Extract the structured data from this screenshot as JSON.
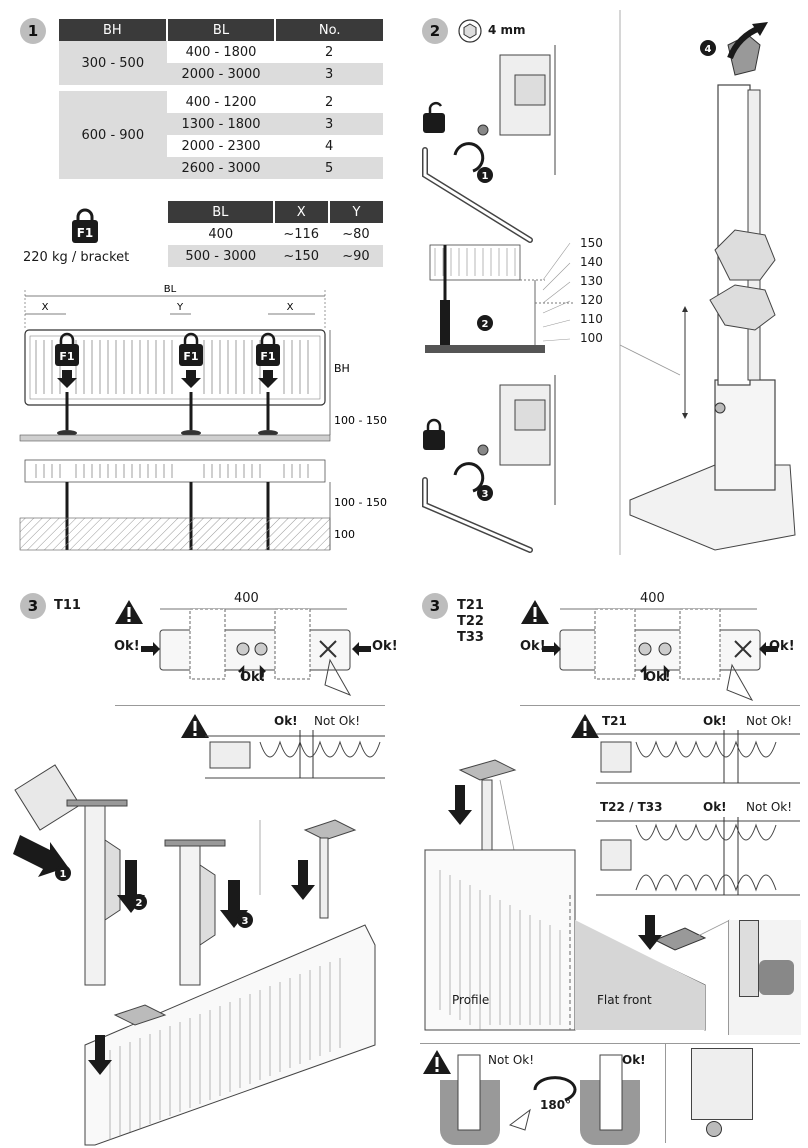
{
  "steps": {
    "s1": "1",
    "s2": "2",
    "s3a": "3",
    "s3b": "3"
  },
  "table1": {
    "headers": [
      "BH",
      "BL",
      "No."
    ],
    "groups": [
      {
        "bh": "300 - 500",
        "rows": [
          [
            "400 - 1800",
            "2"
          ],
          [
            "2000 - 3000",
            "3"
          ]
        ]
      },
      {
        "bh": "600 - 900",
        "rows": [
          [
            "400 - 1200",
            "2"
          ],
          [
            "1300 - 1800",
            "3"
          ],
          [
            "2000 - 2300",
            "4"
          ],
          [
            "2600 - 3000",
            "5"
          ]
        ]
      }
    ]
  },
  "table2": {
    "headers": [
      "BL",
      "X",
      "Y"
    ],
    "rows": [
      [
        "400",
        "~116",
        "~80"
      ],
      [
        "500 - 3000",
        "~150",
        "~90"
      ]
    ]
  },
  "load": {
    "badge": "F1",
    "text": "220 kg / bracket"
  },
  "diagram1": {
    "bl": "BL",
    "x": "X",
    "y": "Y",
    "bh": "BH",
    "f1": "F1",
    "h1": "100 - 150",
    "h2": "100 - 150",
    "h3": "100"
  },
  "step2": {
    "tool": "4 mm",
    "heights": [
      "150",
      "140",
      "130",
      "120",
      "110",
      "100"
    ],
    "nums": [
      "1",
      "2",
      "3",
      "4"
    ]
  },
  "step3a": {
    "title": "T11",
    "dim": "400",
    "ok": "Ok!",
    "notok": "Not Ok!",
    "nums": [
      "1",
      "2",
      "3"
    ]
  },
  "step3b": {
    "titles": [
      "T21",
      "T22",
      "T33"
    ],
    "dim": "400",
    "ok": "Ok!",
    "notok": "Not Ok!",
    "t21": "T21",
    "t22t33": "T22 / T33",
    "profile": "Profile",
    "flat": "Flat front",
    "angle": "180°"
  },
  "colors": {
    "dark": "#3a3a3a",
    "grey": "#dcdcdc",
    "mid": "#bdbdbd"
  }
}
